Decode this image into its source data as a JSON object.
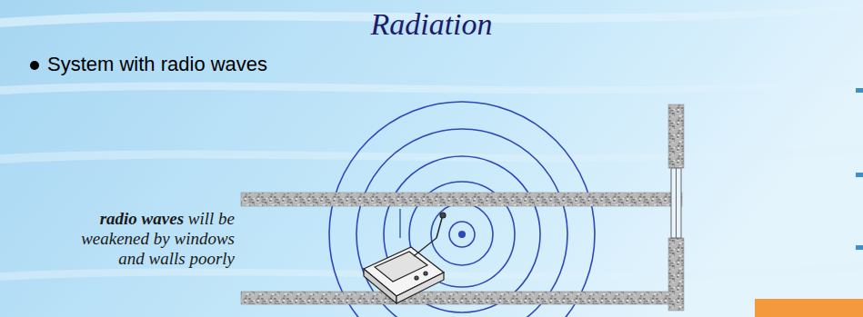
{
  "diagram": {
    "title": "Radiation",
    "labels": [
      "System with radio waves",
      "radio waves",
      "will be weakened by windows and walls poorly"
    ]
  }
}
